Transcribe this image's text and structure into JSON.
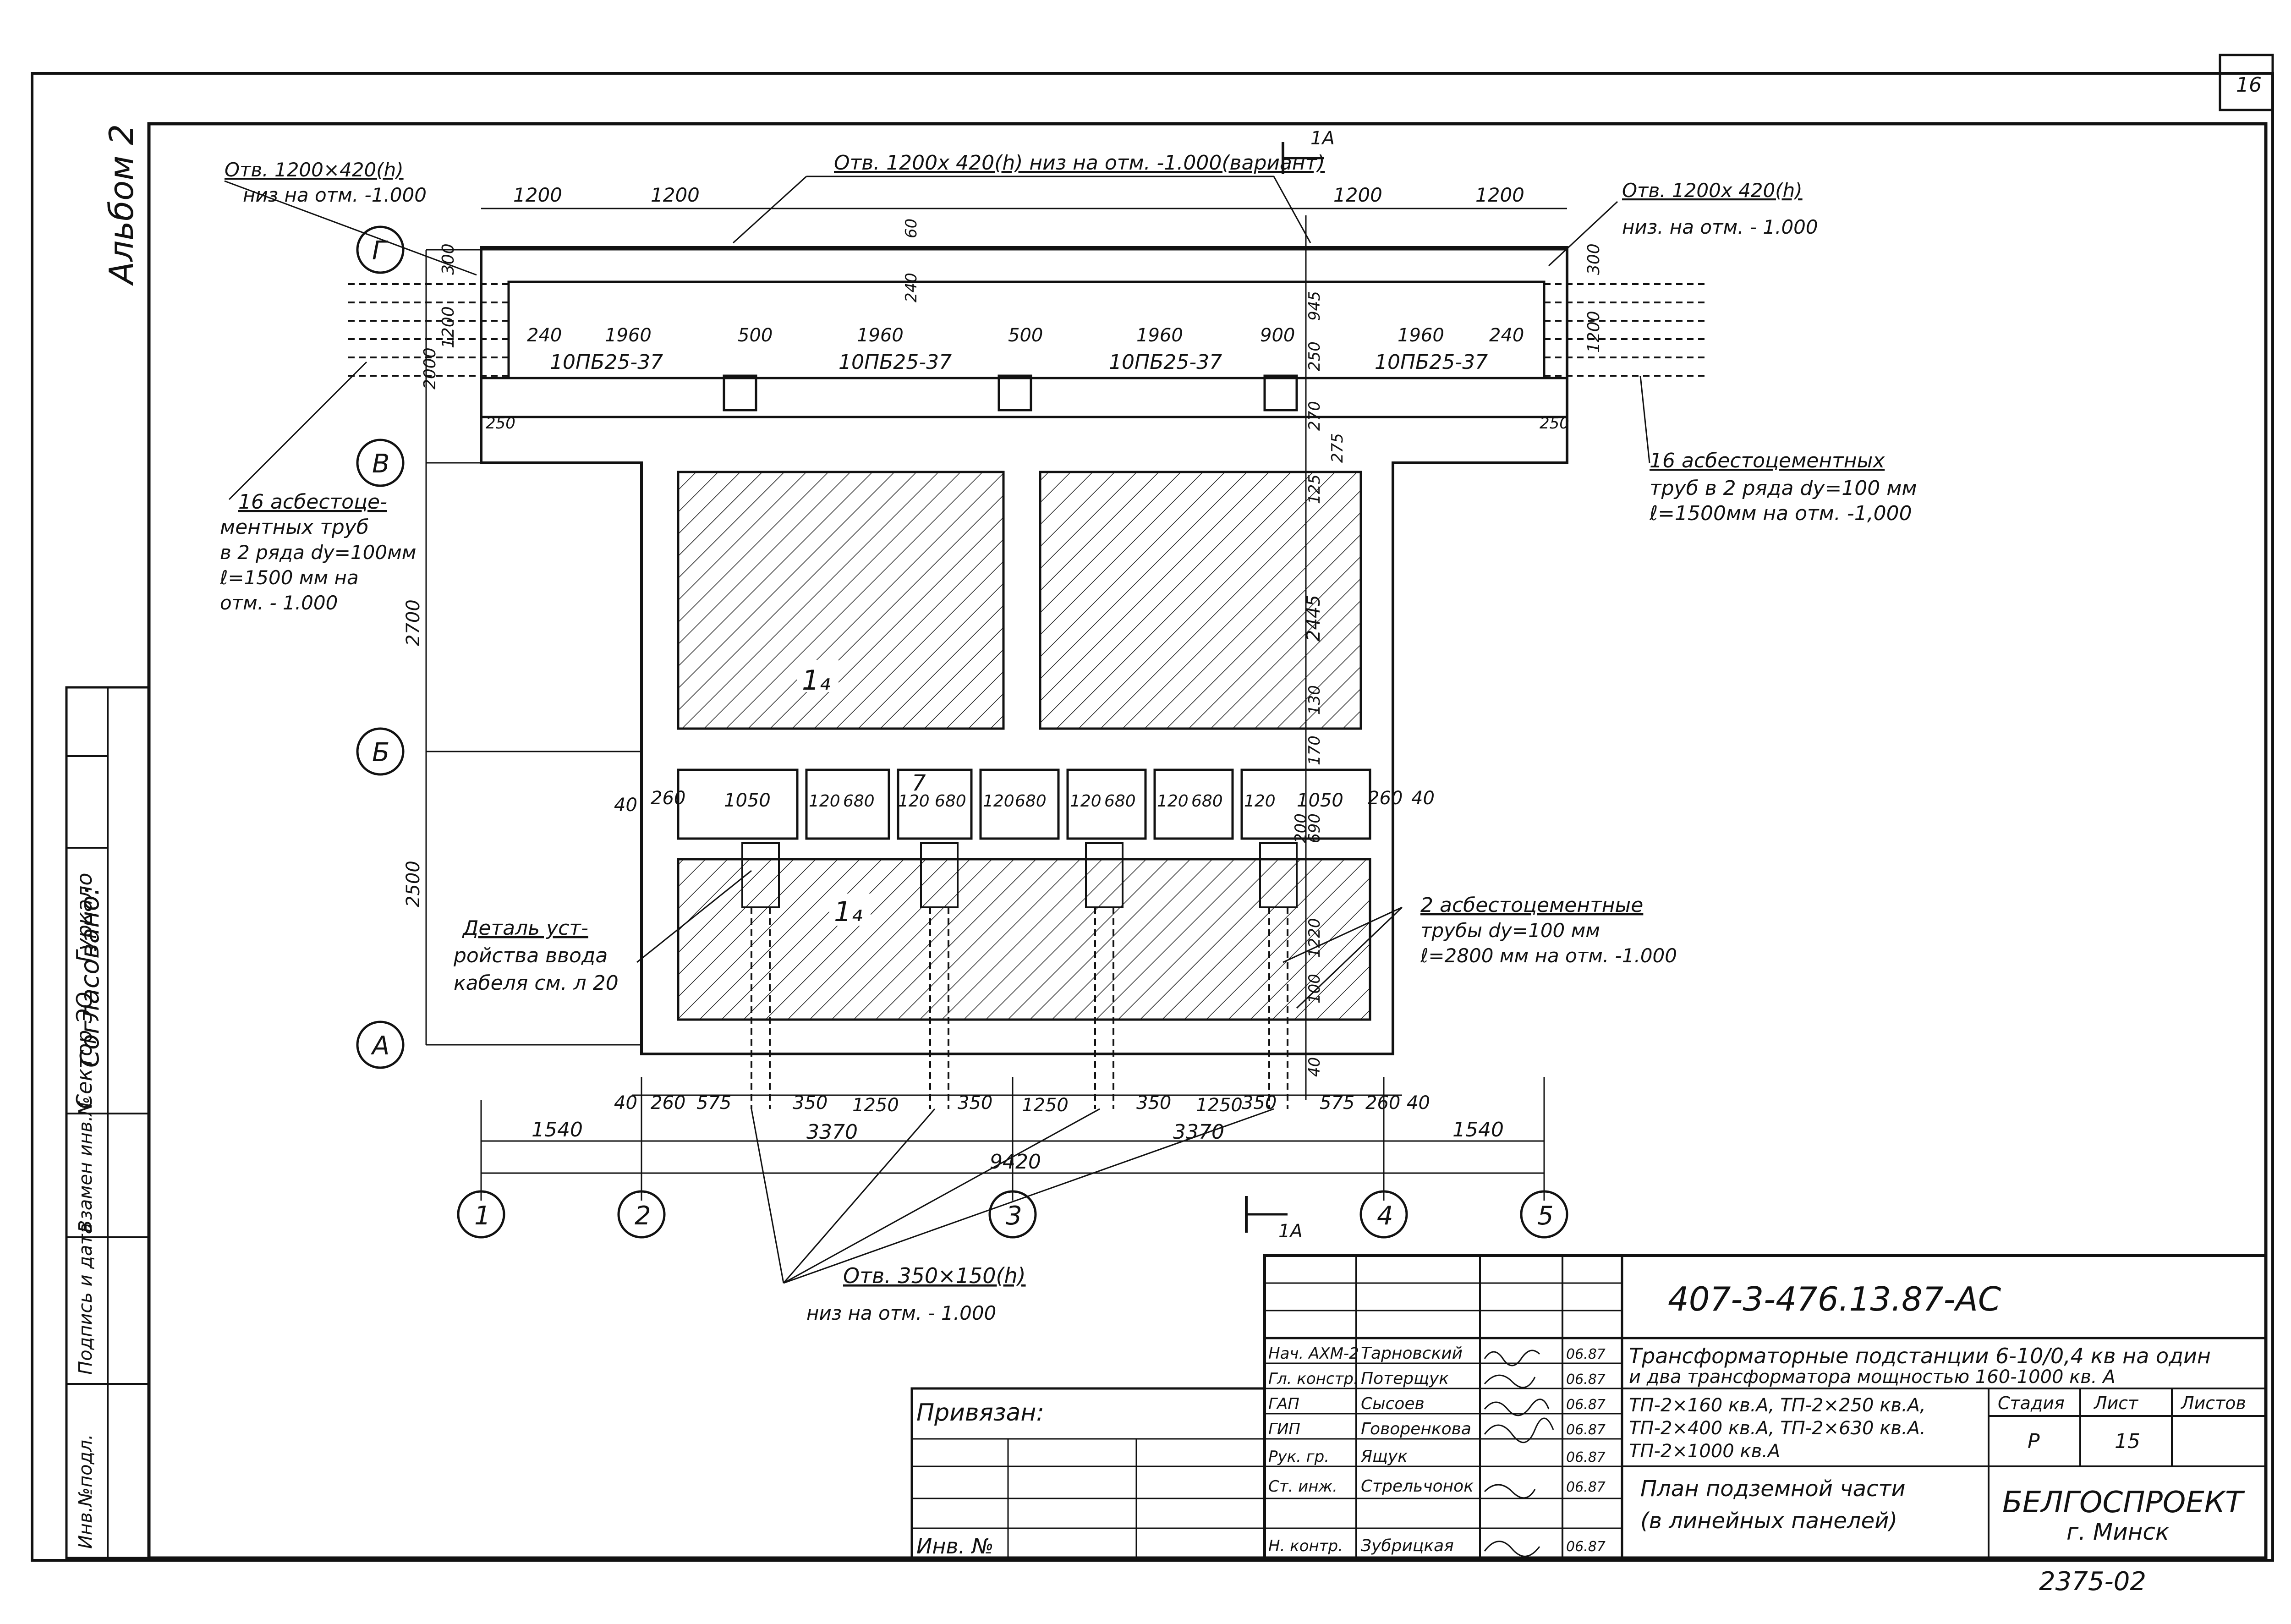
{
  "sheet_top_number": "16",
  "album": "Альбом 2",
  "openings": {
    "left_top": [
      "Отв. 1200×420(h)",
      "низ на отм. -1.000"
    ],
    "center_top": "Отв. 1200х 420(h) низ на отм. -1.000(вариант)",
    "right_top": [
      "Отв. 1200х 420(h)",
      "низ. на отм. - 1.000"
    ],
    "bottom": [
      "Отв. 350×150(h)",
      "низ на отм. - 1.000"
    ]
  },
  "section_mark": "1А",
  "axes_letters": [
    "Г",
    "В",
    "Б",
    "А"
  ],
  "axes_numbers": [
    "1",
    "2",
    "3",
    "4",
    "5"
  ],
  "room_labels": [
    "1₄",
    "1₄",
    "7"
  ],
  "beam_labels": [
    "10ПБ25-37",
    "10ПБ25-37",
    "10ПБ25-37",
    "10ПБ25-37"
  ],
  "dims": {
    "top": [
      "1200",
      "1200",
      "1200",
      "1200"
    ],
    "beam_row": [
      "240",
      "1960",
      "500",
      "1960",
      "500",
      "1960",
      "900",
      "1960",
      "240"
    ],
    "block_row": [
      "40",
      "260",
      "1050",
      "120",
      "680",
      "120",
      "680",
      "120",
      "680",
      "120",
      "680",
      "120",
      "680",
      "120",
      "1050",
      "260",
      "40"
    ],
    "bottom_row1": [
      "40",
      "260",
      "575",
      "350",
      "1250",
      "350",
      "1250",
      "350",
      "1250",
      "350",
      "575",
      "260",
      "40"
    ],
    "bottom_row2": [
      "1540",
      "3370",
      "3370",
      "1540"
    ],
    "total": "9420",
    "left_vertical": [
      "300",
      "1200",
      "2000",
      "2700",
      "2500"
    ],
    "right_vertical": [
      "300",
      "1200"
    ],
    "center_vertical": [
      "60",
      "240",
      "945",
      "250",
      "270",
      "275",
      "125",
      "2445",
      "130",
      "170",
      "200",
      "690",
      "1220",
      "100",
      "40"
    ],
    "side": [
      "250",
      "250"
    ]
  },
  "pipe_notes": {
    "left": [
      "16 асбестоце-",
      "ментных труб",
      "в 2 ряда dу=100мм",
      "ℓ=1500 мм на",
      "отм. - 1.000"
    ],
    "right": [
      "16 асбестоцементных",
      "труб в 2 ряда dу=100 мм",
      "ℓ=1500мм на отм. -1,000"
    ],
    "center": [
      "2 асбестоцементные",
      "трубы dу=100 мм",
      "ℓ=2800 мм на отм. -1.000"
    ]
  },
  "detail_note": [
    "Деталь уст-",
    "ройства ввода",
    "кабеля см. л 20"
  ],
  "left_stamp": [
    "Согласовано:",
    "Сектор ЭО",
    "Гуркало",
    "Инв.№подл.",
    "Подпись и дата",
    "Взамен инв.№"
  ],
  "title_block": {
    "code": "407-3-476.13.87-АС",
    "rows": [
      {
        "role": "Нач. АХМ-2",
        "name": "Тарновский",
        "date": "06.87"
      },
      {
        "role": "Гл. констр.",
        "name": "Потерщук",
        "date": "06.87"
      },
      {
        "role": "ГАП",
        "name": "Сысоев",
        "date": "06.87"
      },
      {
        "role": "ГИП",
        "name": "Говоренкова",
        "date": "06.87"
      },
      {
        "role": "Рук. гр.",
        "name": "Ящук",
        "date": "06.87"
      },
      {
        "role": "Ст. инж.",
        "name": "Стрельчонок",
        "date": "06.87"
      },
      {
        "role": "Н. контр.",
        "name": "Зубрицкая",
        "date": "06.87"
      }
    ],
    "project_title": [
      "Трансформаторные подстанции 6-10/0,4 кв на один",
      "и два трансформатора мощностью 160-1000 кв. А"
    ],
    "variants": [
      "ТП-2×160 кв.А, ТП-2×250 кв.А,",
      "ТП-2×400 кв.А, ТП-2×630 кв.А.",
      "ТП-2×1000 кв.А"
    ],
    "sheet_title": [
      "План подземной части",
      "(в линейных панелей)"
    ],
    "stage_head": [
      "Стадия",
      "Лист",
      "Листов"
    ],
    "stage_vals": [
      "Р",
      "15",
      ""
    ],
    "org": [
      "БЕЛГОСПРОЕКТ",
      "г. Минск"
    ],
    "privyazan": "Привязан:",
    "inv": "Инв. №",
    "archive": "2375-02"
  }
}
